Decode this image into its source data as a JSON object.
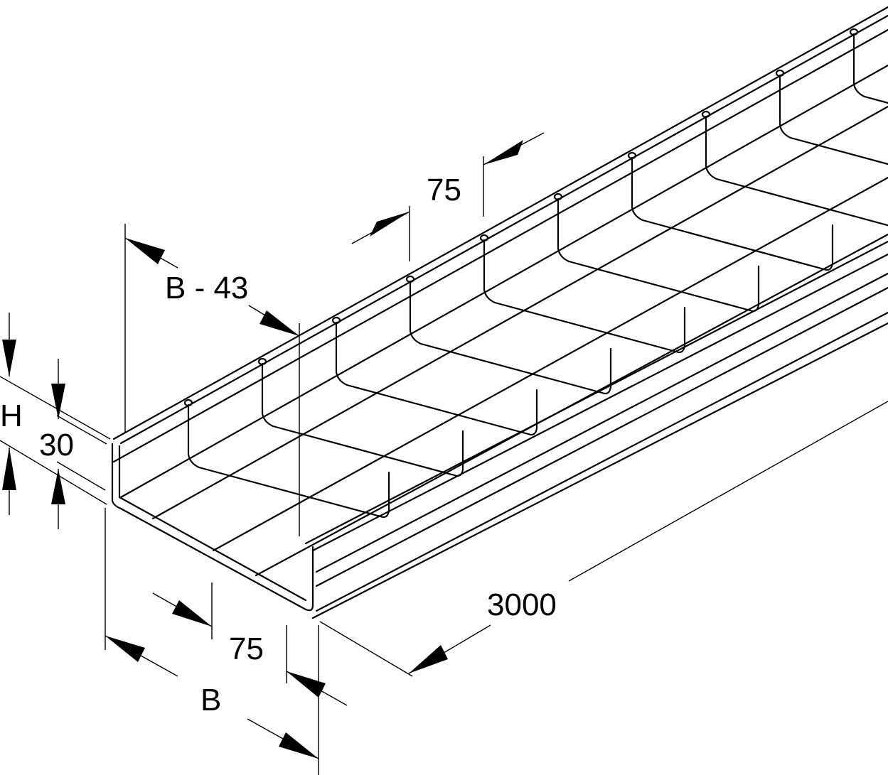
{
  "labels": {
    "pitch_top": "75",
    "inner_width": "B - 43",
    "height": "H",
    "wire_height": "30",
    "pitch_bottom": "75",
    "width": "B",
    "length": "3000"
  }
}
